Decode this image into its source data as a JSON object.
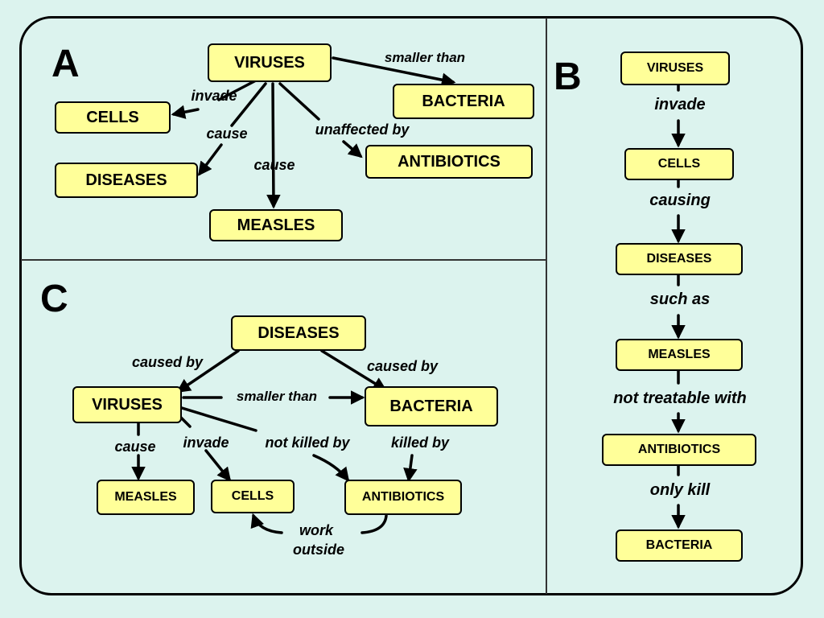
{
  "panels": {
    "a": {
      "letter": "A",
      "nodes": {
        "viruses": "VIRUSES",
        "bacteria": "BACTERIA",
        "cells": "CELLS",
        "diseases": "DISEASES",
        "antibiotics": "ANTIBIOTICS",
        "measles": "MEASLES"
      },
      "links": {
        "smaller_than": "smaller than",
        "invade": "invade",
        "cause_diseases": "cause",
        "cause_measles": "cause",
        "unaffected_by": "unaffected by"
      }
    },
    "b": {
      "letter": "B",
      "nodes": {
        "viruses": "VIRUSES",
        "cells": "CELLS",
        "diseases": "DISEASES",
        "measles": "MEASLES",
        "antibiotics": "ANTIBIOTICS",
        "bacteria": "BACTERIA"
      },
      "links": {
        "invade": "invade",
        "causing": "causing",
        "such_as": "such as",
        "not_treatable_with": "not treatable with",
        "only_kill": "only kill"
      }
    },
    "c": {
      "letter": "C",
      "nodes": {
        "diseases": "DISEASES",
        "viruses": "VIRUSES",
        "bacteria": "BACTERIA",
        "measles": "MEASLES",
        "cells": "CELLS",
        "antibiotics": "ANTIBIOTICS"
      },
      "links": {
        "caused_by_left": "caused by",
        "caused_by_right": "caused by",
        "smaller_than": "smaller than",
        "cause": "cause",
        "invade": "invade",
        "not_killed_by": "not killed by",
        "killed_by": "killed by",
        "work_outside_1": "work",
        "work_outside_2": "outside"
      }
    }
  }
}
